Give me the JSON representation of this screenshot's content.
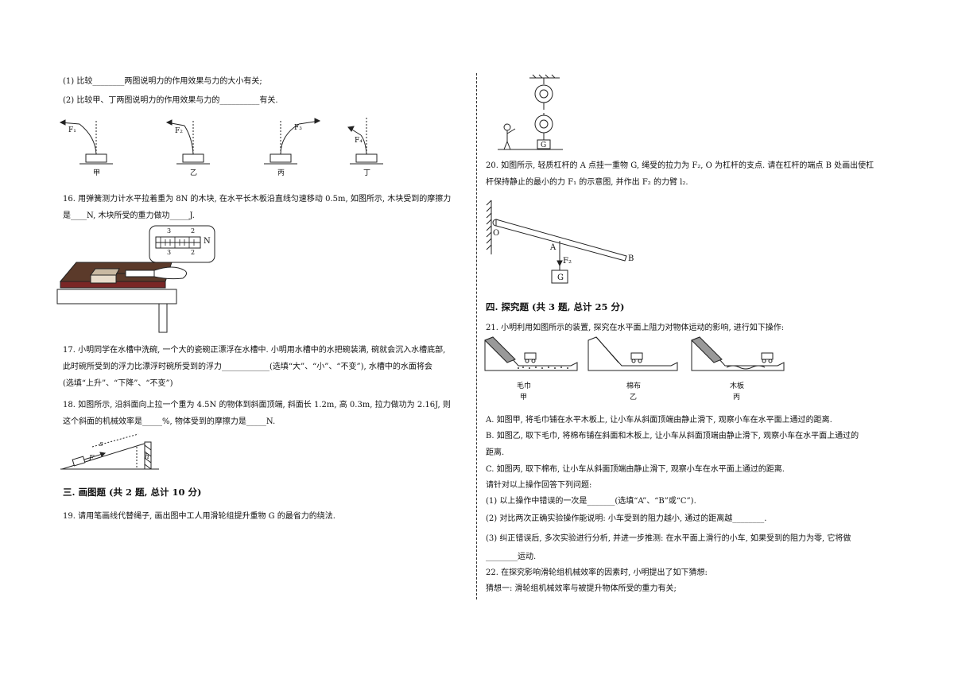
{
  "left": {
    "q15_1": "(1) 比较________两图说明力的作用效果与力的大小有关;",
    "q15_2": "(2) 比较甲、丁两图说明力的作用效果与力的__________有关.",
    "q15_fig_labels": [
      "甲",
      "乙",
      "丙",
      "丁"
    ],
    "q15_force_labels": [
      "F₁",
      "F₂",
      "F₃",
      "F₄"
    ],
    "q16_line1": "16. 用弹簧测力计水平拉着重为 8N 的木块, 在水平长木板沿直线匀速移动 0.5m, 如图所示, 木块受到的摩擦力",
    "q16_line2": "是____N, 木块所受的重力做功_____J.",
    "q16_scale_n": "N",
    "q16_ticks_top": [
      "3",
      "2"
    ],
    "q16_ticks_bottom": [
      "3",
      "2"
    ],
    "q17_line1": "17. 小明同学在水槽中洗碗, 一个大的瓷碗正漂浮在水槽中. 小明用水槽中的水把碗装满, 碗就会沉入水槽底部,",
    "q17_line2": "此时碗所受到的浮力比漂浮时碗所受到的浮力____________(选填“大”、“小”、“不变”), 水槽中的水面将会",
    "q17_line3": "(选填“上升”、“下降”、“不变”)",
    "q18_line1": "18. 如图所示, 沿斜面向上拉一个重为 4.5N 的物体到斜面顶端, 斜面长 1.2m, 高 0.3m, 拉力做功为 2.16J, 则",
    "q18_line2": "这个斜面的机械效率是_____%, 物体受到的摩擦力是_____N.",
    "q18_fig_s": "s",
    "q18_fig_h": "h",
    "q18_fig_f": "F",
    "section3": "三. 画图题 (共 2 题, 总计 10 分)",
    "q19": "19. 请用笔画线代替绳子, 画出图中工人用滑轮组提升重物 G 的最省力的绕法."
  },
  "right": {
    "pulley_g": "G",
    "q20_line1": "20. 如图所示, 轻质杠杆的 A 点挂一重物 G, 绳受的拉力为 F₂, O 为杠杆的支点. 请在杠杆的端点 B 处画出使杠",
    "q20_line2": "杆保持静止的最小的力 F₁ 的示意图, 并作出 F₂ 的力臂 l₂.",
    "lever_labels": {
      "o": "O",
      "a": "A",
      "b": "B",
      "f2": "F₂",
      "g": "G"
    },
    "section4": "四. 探究题 (共 3 题, 总计 25 分)",
    "q21_line1": "21. 小明利用如图所示的装置, 探究在水平面上阻力对物体运动的影响, 进行如下操作:",
    "q21_fig_labels": [
      {
        "top": "毛巾",
        "bottom": "甲"
      },
      {
        "top": "棉布",
        "bottom": "乙"
      },
      {
        "top": "木板",
        "bottom": "丙"
      }
    ],
    "q21_a": "A. 如图甲, 将毛巾铺在水平木板上, 让小车从斜面顶端由静止滑下, 观察小车在水平面上通过的距离.",
    "q21_b1": "B. 如图乙, 取下毛巾, 将棉布铺在斜面和木板上, 让小车从斜面顶端由静止滑下, 观察小车在水平面上通过的",
    "q21_b2": "距离.",
    "q21_c": "C. 如图丙, 取下棉布, 让小车从斜面顶端由静止滑下, 观察小车在水平面上通过的距离.",
    "q21_ask": "请针对以上操作回答下列问题:",
    "q21_q1": "(1) 以上操作中错误的一次是_______(选填“A”、“B”或“C”).",
    "q21_q2": "(2) 对比两次正确实验操作能说明: 小车受到的阻力越小, 通过的距离越________.",
    "q21_q3a": "(3) 纠正错误后, 多次实验进行分析, 并进一步推测: 在水平面上滑行的小车, 如果受到的阻力为零, 它将做",
    "q21_q3b": "________运动.",
    "q22_line1": "22. 在探究影响滑轮组机械效率的因素时, 小明提出了如下猜想:",
    "q22_line2": "猜想一: 滑轮组机械效率与被提升物体所受的重力有关;"
  }
}
